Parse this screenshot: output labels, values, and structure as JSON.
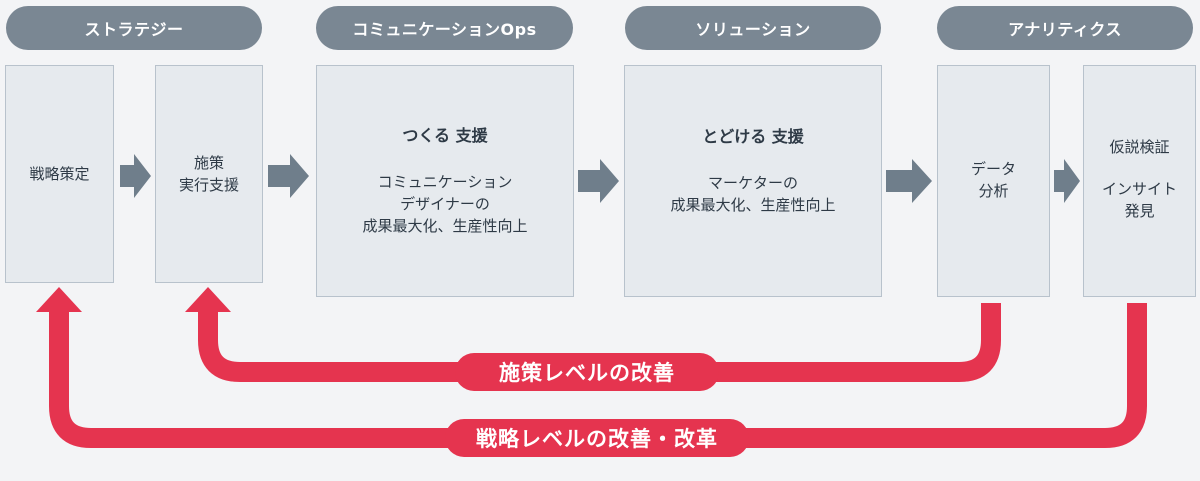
{
  "phases": [
    {
      "label": "ストラテジー"
    },
    {
      "label": "コミュニケーションOps"
    },
    {
      "label": "ソリューション"
    },
    {
      "label": "アナリティクス"
    }
  ],
  "boxes": {
    "strategy": {
      "lines": [
        "戦略策定"
      ]
    },
    "execution": {
      "lines": [
        "施策",
        "実行支援"
      ]
    },
    "make": {
      "title": "つくる 支援",
      "lines": [
        "コミュニケーション",
        "デザイナーの",
        "成果最大化、生産性向上"
      ]
    },
    "deliver": {
      "title": "とどける 支援",
      "lines": [
        "マーケターの",
        "成果最大化、生産性向上"
      ]
    },
    "data": {
      "lines": [
        "データ",
        "分析"
      ]
    },
    "insight": {
      "lines": [
        "仮説検証"
      ],
      "lines2": [
        "インサイト",
        "発見"
      ]
    }
  },
  "feedback": {
    "measure": "施策レベルの改善",
    "strategy": "戦略レベルの改善・改革"
  },
  "colors": {
    "pill": "#7a8793",
    "box_fill": "#e6eaee",
    "box_border": "#b8c2cc",
    "arrow_gray": "#6f7e8b",
    "feedback_red": "#e5344f"
  }
}
